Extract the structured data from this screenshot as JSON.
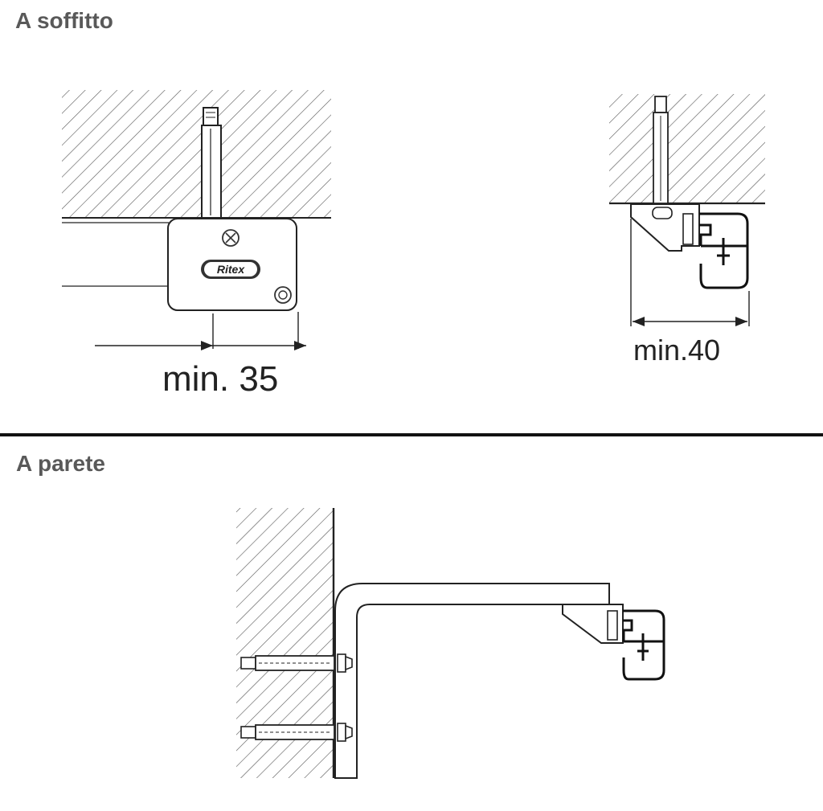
{
  "sections": {
    "ceiling": {
      "title": "A soffitto"
    },
    "wall": {
      "title": "A parete"
    }
  },
  "labels": {
    "min_left": "min. 35",
    "min_right": "min.40",
    "logo": "Ritex"
  },
  "colors": {
    "title": "#595959",
    "line": "#222222",
    "hatch": "#555555",
    "divider": "#111111"
  },
  "icons": [
    "screw-icon",
    "bolt-icon",
    "rail-profile-icon"
  ]
}
